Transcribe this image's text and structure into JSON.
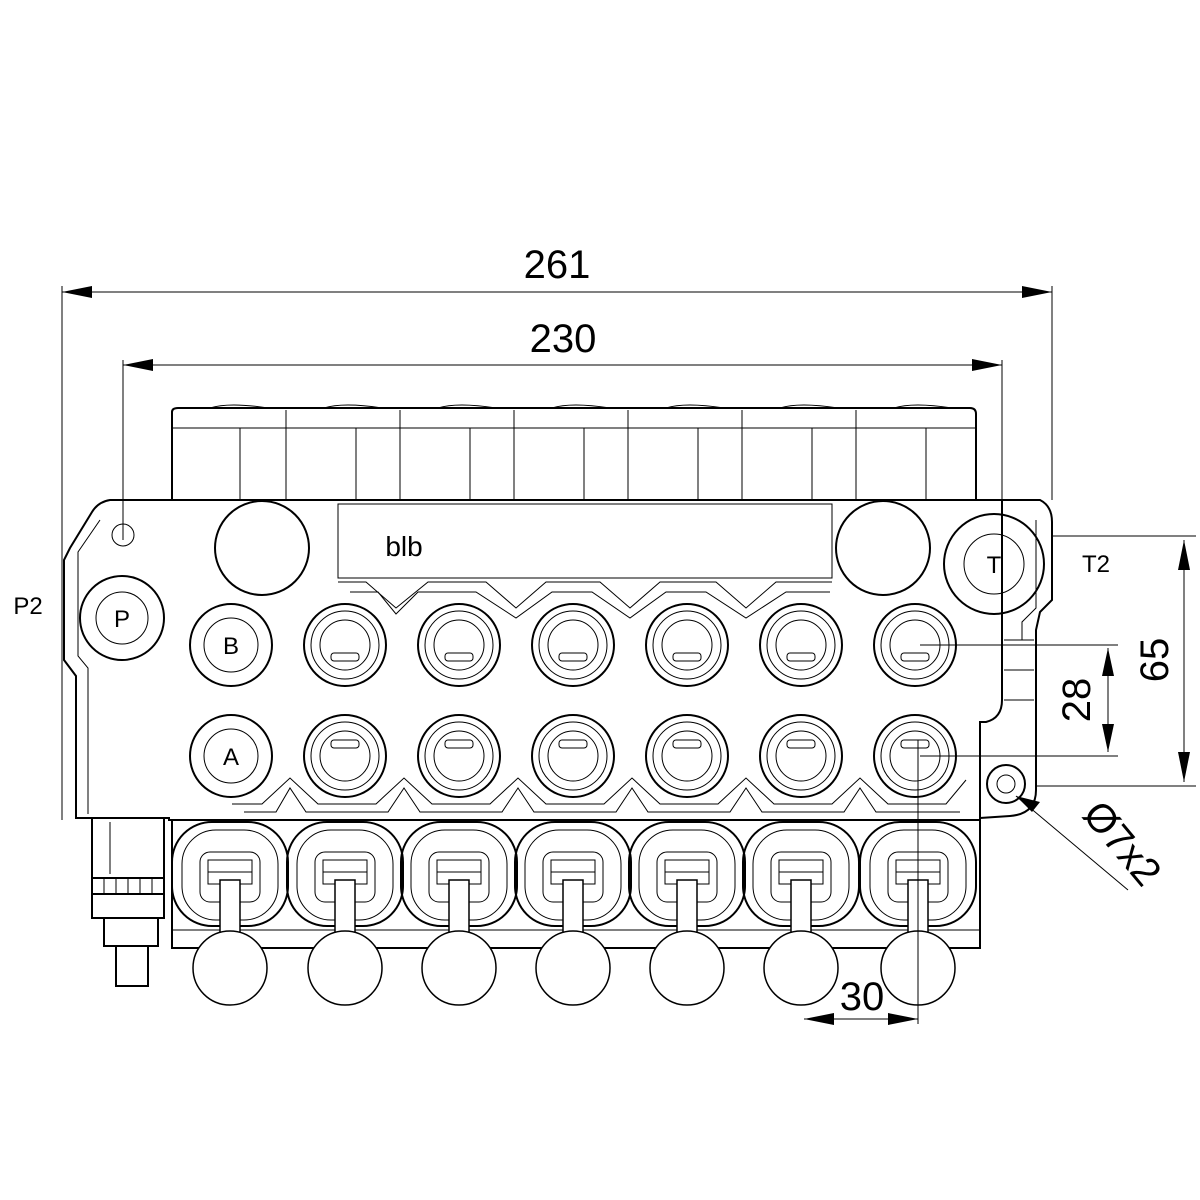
{
  "dimensions": {
    "overall_length": "261",
    "body_length": "230",
    "height_65": "65",
    "spacing_28": "28",
    "pitch_30": "30",
    "mount_hole": "Ø7x2"
  },
  "ports": {
    "p2": "P2",
    "p": "P",
    "t": "T",
    "t2": "T2",
    "a": "A",
    "b": "B"
  },
  "logo": "blb",
  "colors": {
    "line": "#000000",
    "background": "#ffffff"
  }
}
